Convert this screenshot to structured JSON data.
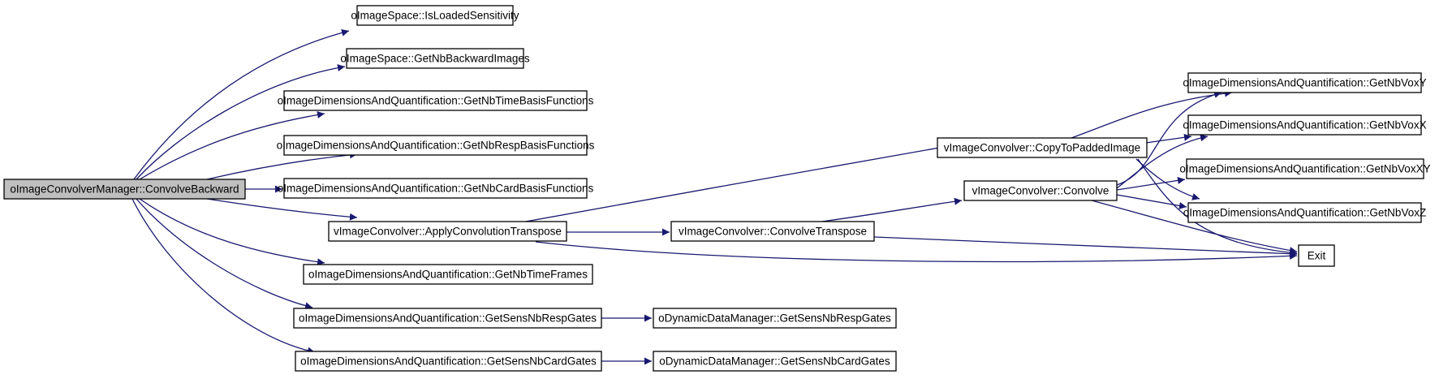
{
  "colors": {
    "edge": "#191970",
    "root_fill": "#bfbfbf",
    "node_fill": "#ffffff",
    "border": "#000000"
  },
  "nodes": [
    {
      "id": "root",
      "label": "oImageConvolverManager::ConvolveBackward",
      "root": true
    },
    {
      "id": "isLoaded",
      "label": "oImageSpace::IsLoadedSensitivity"
    },
    {
      "id": "nbBackward",
      "label": "oImageSpace::GetNbBackwardImages"
    },
    {
      "id": "nbTimeBasis",
      "label": "oImageDimensionsAndQuantification::GetNbTimeBasisFunctions"
    },
    {
      "id": "nbRespBasis",
      "label": "oImageDimensionsAndQuantification::GetNbRespBasisFunctions"
    },
    {
      "id": "nbCardBasis",
      "label": "oImageDimensionsAndQuantification::GetNbCardBasisFunctions"
    },
    {
      "id": "applyConv",
      "label": "vImageConvolver::ApplyConvolutionTranspose"
    },
    {
      "id": "nbTimeFrames",
      "label": "oImageDimensionsAndQuantification::GetNbTimeFrames"
    },
    {
      "id": "sensResp",
      "label": "oImageDimensionsAndQuantification::GetSensNbRespGates"
    },
    {
      "id": "sensCard",
      "label": "oImageDimensionsAndQuantification::GetSensNbCardGates"
    },
    {
      "id": "convTranspose",
      "label": "vImageConvolver::ConvolveTranspose"
    },
    {
      "id": "ddResp",
      "label": "oDynamicDataManager::GetSensNbRespGates"
    },
    {
      "id": "ddCard",
      "label": "oDynamicDataManager::GetSensNbCardGates"
    },
    {
      "id": "copyPadded",
      "label": "vImageConvolver::CopyToPaddedImage"
    },
    {
      "id": "convolve",
      "label": "vImageConvolver::Convolve"
    },
    {
      "id": "voxY",
      "label": "oImageDimensionsAndQuantification::GetNbVoxY"
    },
    {
      "id": "voxX",
      "label": "oImageDimensionsAndQuantification::GetNbVoxX"
    },
    {
      "id": "voxXY",
      "label": "oImageDimensionsAndQuantification::GetNbVoxXY"
    },
    {
      "id": "voxZ",
      "label": "oImageDimensionsAndQuantification::GetNbVoxZ"
    },
    {
      "id": "exit",
      "label": "Exit"
    }
  ],
  "edges": [
    {
      "from": "root",
      "to": "isLoaded"
    },
    {
      "from": "root",
      "to": "nbBackward"
    },
    {
      "from": "root",
      "to": "nbTimeBasis"
    },
    {
      "from": "root",
      "to": "nbRespBasis"
    },
    {
      "from": "root",
      "to": "nbCardBasis"
    },
    {
      "from": "root",
      "to": "applyConv"
    },
    {
      "from": "root",
      "to": "nbTimeFrames"
    },
    {
      "from": "root",
      "to": "sensResp"
    },
    {
      "from": "root",
      "to": "sensCard"
    },
    {
      "from": "applyConv",
      "to": "copyPadded"
    },
    {
      "from": "applyConv",
      "to": "convTranspose"
    },
    {
      "from": "applyConv",
      "to": "exit"
    },
    {
      "from": "convTranspose",
      "to": "convolve"
    },
    {
      "from": "convTranspose",
      "to": "exit"
    },
    {
      "from": "sensResp",
      "to": "ddResp"
    },
    {
      "from": "sensCard",
      "to": "ddCard"
    },
    {
      "from": "copyPadded",
      "to": "voxY"
    },
    {
      "from": "copyPadded",
      "to": "voxX"
    },
    {
      "from": "copyPadded",
      "to": "voxZ"
    },
    {
      "from": "copyPadded",
      "to": "exit"
    },
    {
      "from": "convolve",
      "to": "voxY"
    },
    {
      "from": "convolve",
      "to": "voxX"
    },
    {
      "from": "convolve",
      "to": "voxXY"
    },
    {
      "from": "convolve",
      "to": "voxZ"
    },
    {
      "from": "convolve",
      "to": "exit"
    }
  ]
}
